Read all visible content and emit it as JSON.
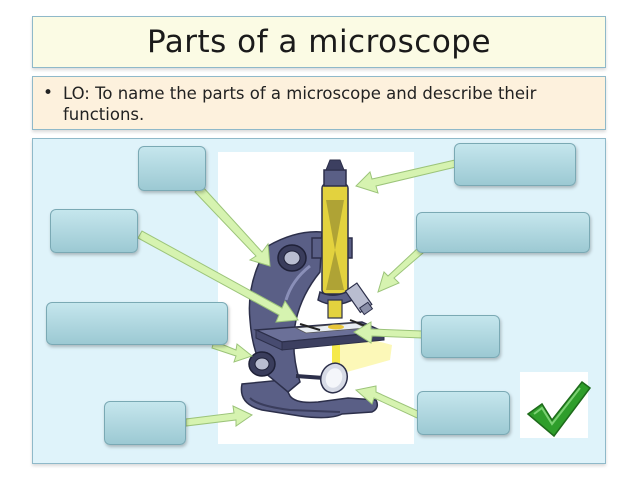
{
  "title": "Parts of a microscope",
  "objective": {
    "bullet": "•",
    "text": "LO: To name the parts of a microscope and describe their functions."
  },
  "labels": [
    "",
    "",
    "",
    "",
    "",
    "",
    "",
    "",
    "",
    ""
  ],
  "colors": {
    "title_bg": "#fbfbe4",
    "objective_bg": "#fdf1dd",
    "panel_bg": "#dff3fa",
    "label_box": "#a9d3dc",
    "arrow": "#d6f3b0",
    "microscope_body": "#5a5f86",
    "light": "#f5e94a",
    "tick": "#2f9e2b"
  },
  "icons": [
    "microscope-illustration",
    "green-checkmark-icon"
  ]
}
